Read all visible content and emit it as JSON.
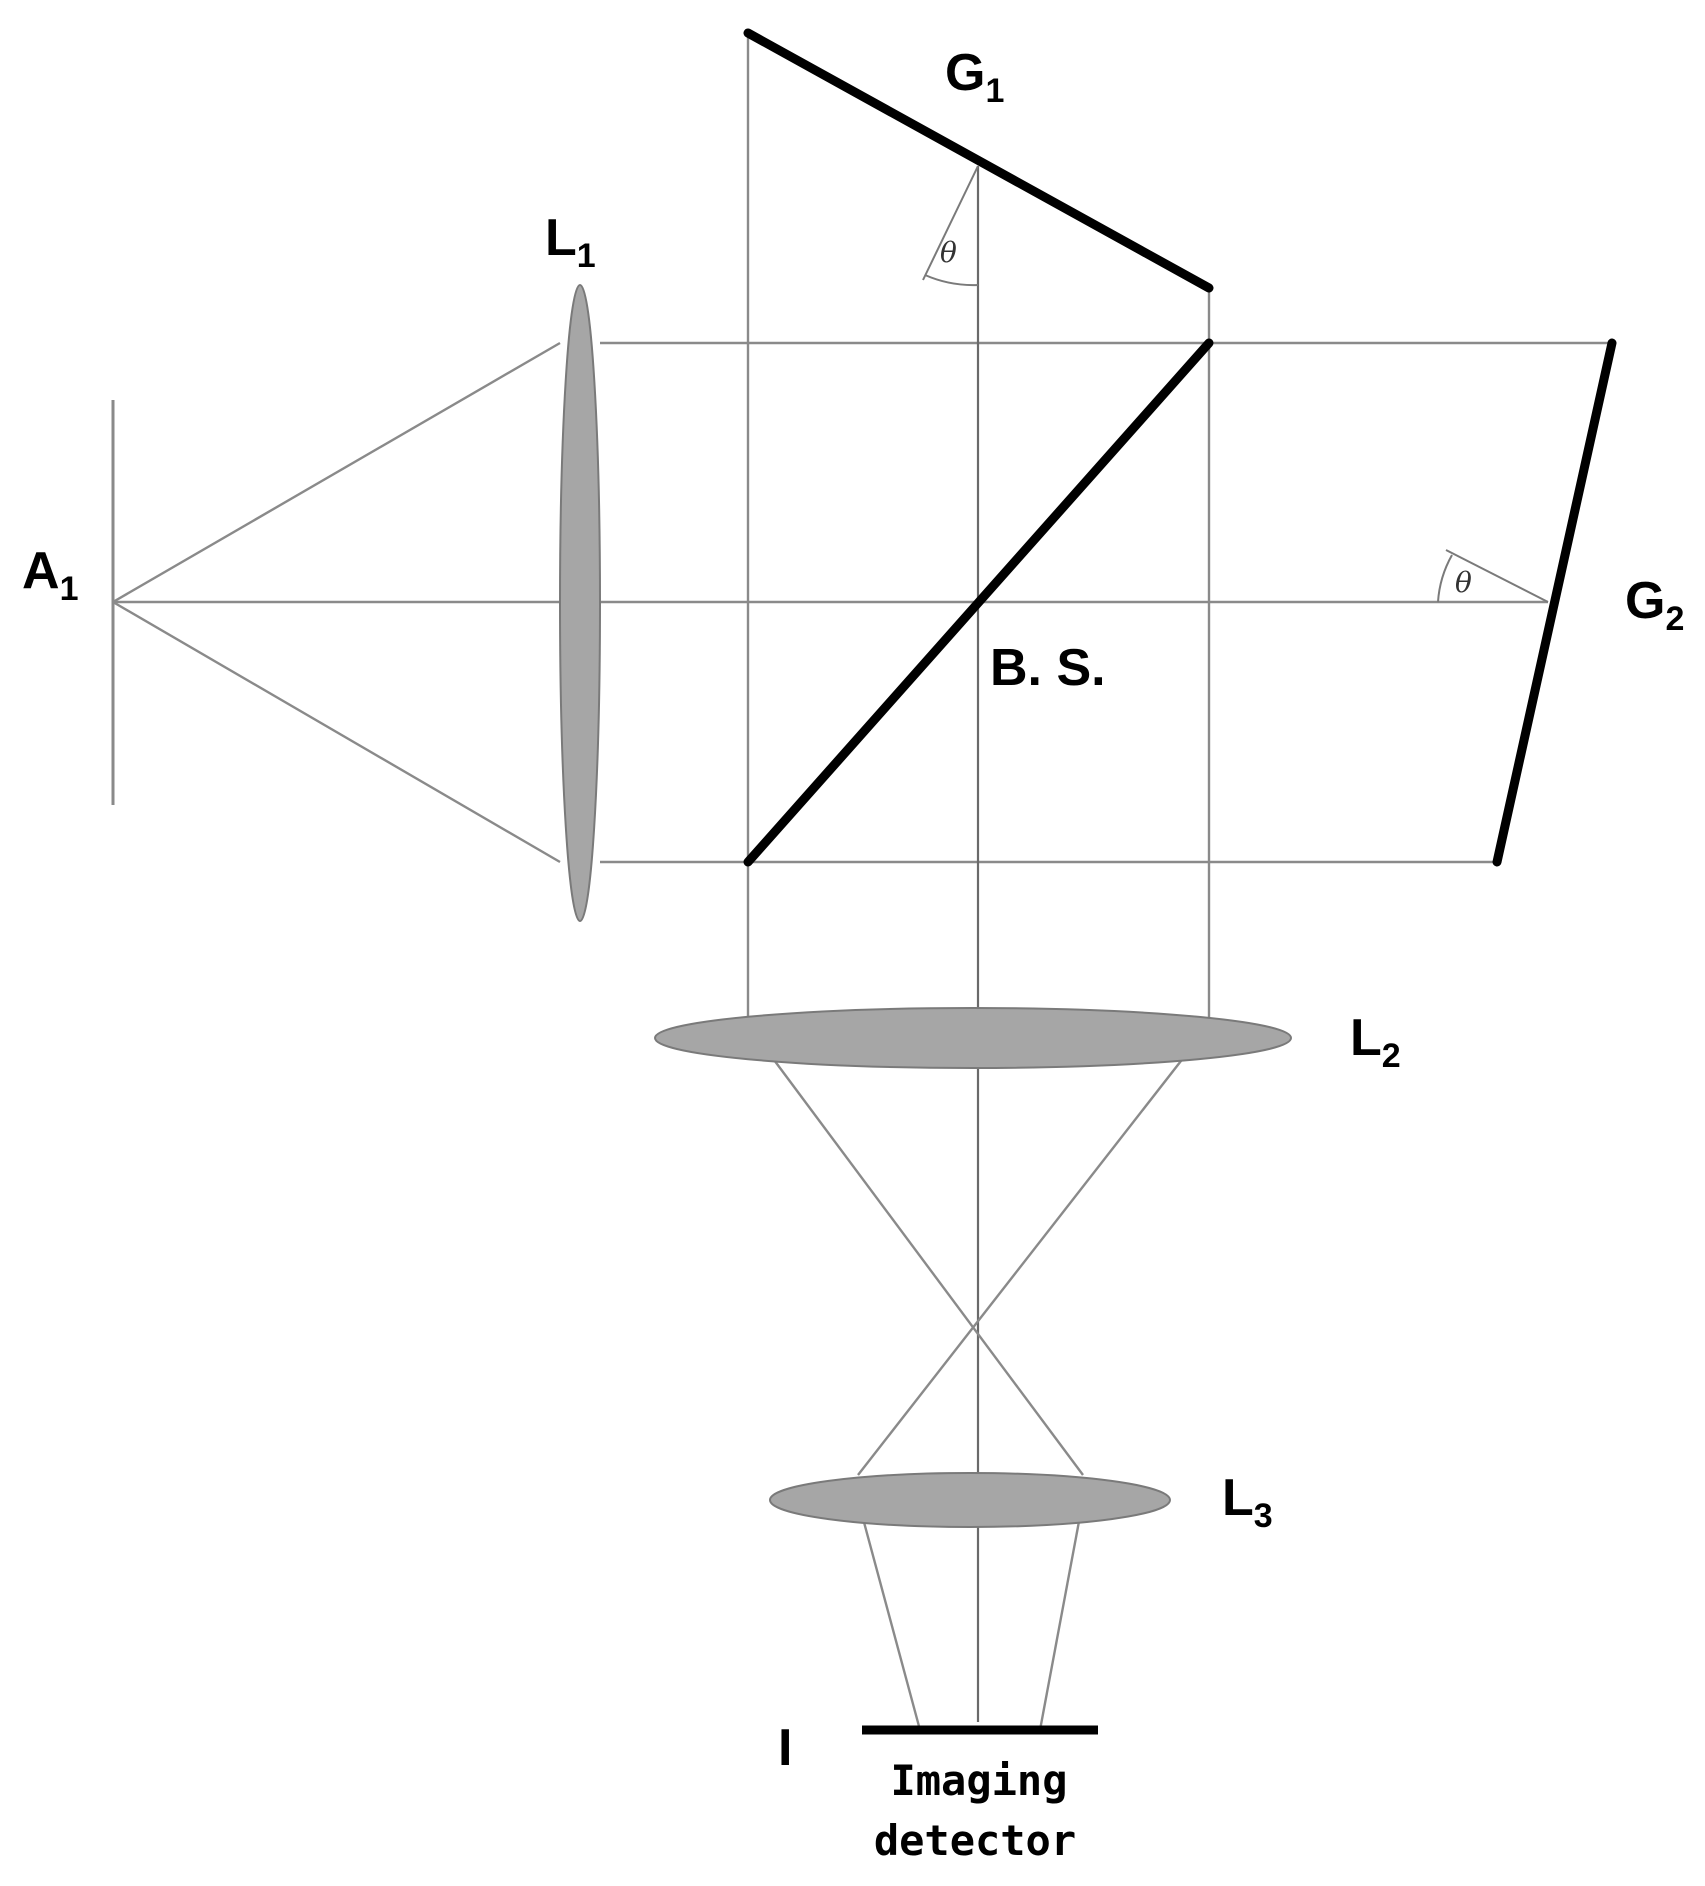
{
  "labels": {
    "G1": {
      "main": "G",
      "sub": "1"
    },
    "G2": {
      "main": "G",
      "sub": "2"
    },
    "L1": {
      "main": "L",
      "sub": "1"
    },
    "L2": {
      "main": "L",
      "sub": "2"
    },
    "L3": {
      "main": "L",
      "sub": "3"
    },
    "A1": {
      "main": "A",
      "sub": "1"
    },
    "BS": "B. S.",
    "I": "I",
    "theta": "θ",
    "detector_line1": "Imaging",
    "detector_line2": "detector"
  },
  "colors": {
    "mirror": "#000000",
    "lens_fill": "#a6a6a6",
    "ray": "#8a8a8a",
    "background": "#ffffff"
  }
}
